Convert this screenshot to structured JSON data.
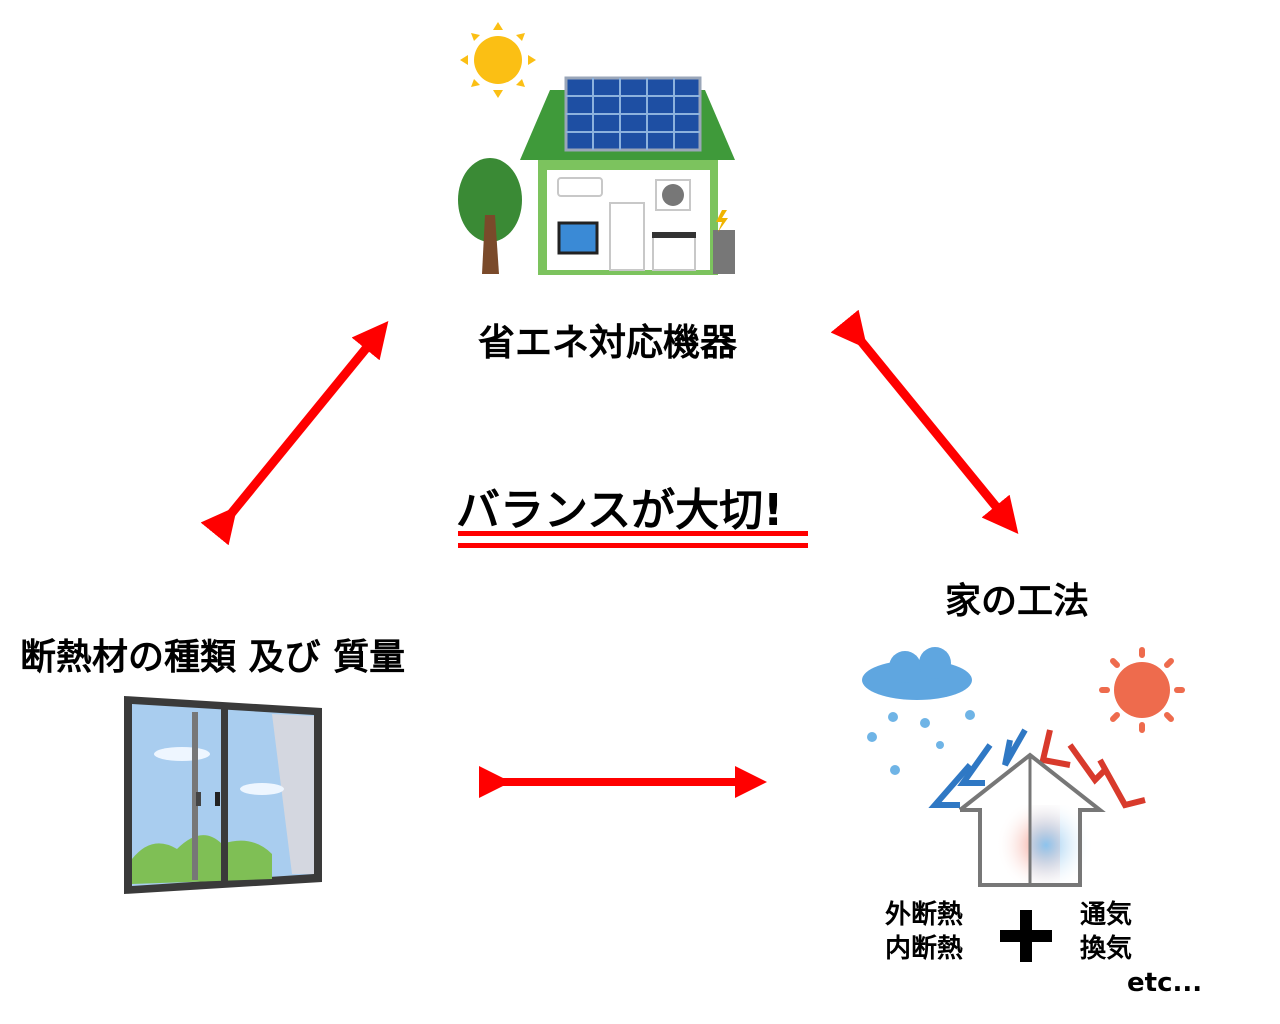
{
  "diagram": {
    "title": "バランスが大切!",
    "accent_color": "#ff0000",
    "nodes": [
      {
        "id": "equipment",
        "label": "省エネ対応機器",
        "illustration": "solar-house-icon"
      },
      {
        "id": "insulation",
        "label": "断熱材の種類 及び 質量",
        "illustration": "window-icon"
      },
      {
        "id": "construction",
        "label": "家の工法",
        "illustration": "house-insulation-icon",
        "notes": {
          "left": [
            "外断熱",
            "内断熱"
          ],
          "connector": "+",
          "right": [
            "通気",
            "換気"
          ],
          "tail": "etc..."
        }
      }
    ],
    "edges": [
      {
        "from": "equipment",
        "to": "insulation",
        "type": "bidirectional"
      },
      {
        "from": "equipment",
        "to": "construction",
        "type": "bidirectional"
      },
      {
        "from": "insulation",
        "to": "construction",
        "type": "bidirectional"
      }
    ]
  }
}
